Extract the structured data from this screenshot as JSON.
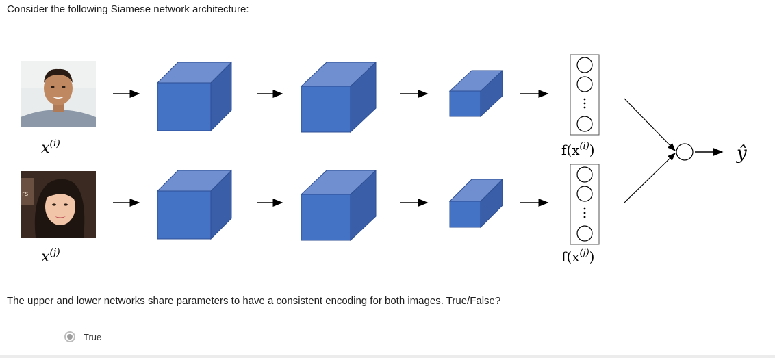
{
  "intro": "Consider the following Siamese network architecture:",
  "question": "The upper and lower networks share parameters to have a consistent encoding for both images. True/False?",
  "options": [
    {
      "label": "True",
      "selected": true
    }
  ],
  "diagram": {
    "input_top_label": "x",
    "input_top_sup": "(i)",
    "input_bottom_label": "x",
    "input_bottom_sup": "(j)",
    "encoding_top": "f(x",
    "encoding_top_sup": "(i)",
    "encoding_bottom": "f(x",
    "encoding_bottom_sup": "(j)",
    "encoding_close": ")",
    "output_label": "ŷ",
    "colors": {
      "cube_front": "#4472c4",
      "cube_top": "#6f8fd0",
      "cube_side": "#3a5ea8",
      "cube_edge": "#2e4f93"
    }
  }
}
